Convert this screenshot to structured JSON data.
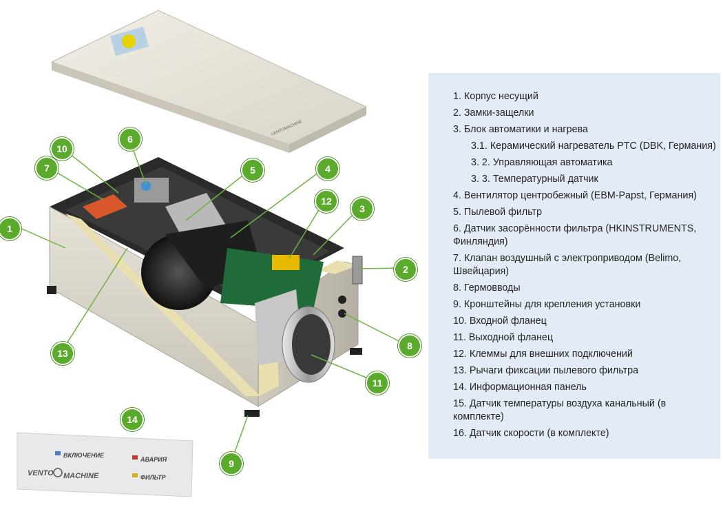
{
  "markers": [
    {
      "id": "1",
      "label": "1"
    },
    {
      "id": "2",
      "label": "2"
    },
    {
      "id": "3",
      "label": "3"
    },
    {
      "id": "4",
      "label": "4"
    },
    {
      "id": "5",
      "label": "5"
    },
    {
      "id": "6",
      "label": "6"
    },
    {
      "id": "7",
      "label": "7"
    },
    {
      "id": "8",
      "label": "8"
    },
    {
      "id": "9",
      "label": "9"
    },
    {
      "id": "10",
      "label": "10"
    },
    {
      "id": "11",
      "label": "11"
    },
    {
      "id": "12",
      "label": "12"
    },
    {
      "id": "13",
      "label": "13"
    },
    {
      "id": "14",
      "label": "14"
    }
  ],
  "info_panel": {
    "status_on": "ВКЛЮЧЕНИЕ",
    "status_alarm": "АВАРИЯ",
    "status_filter": "ФИЛЬТР",
    "brand_left": "VENTO",
    "brand_right": "MACHINE"
  },
  "legend": [
    {
      "num": "1.",
      "text": "Корпус несущий",
      "level": 1
    },
    {
      "num": "2.",
      "text": "Замки-защелки",
      "level": 1
    },
    {
      "num": "3.",
      "text": "Блок автоматики и нагрева",
      "level": 1
    },
    {
      "num": "3.1.",
      "text": "Керамический нагреватель PTC (DBK, Германия)",
      "level": 2
    },
    {
      "num": "3. 2.",
      "text": "Управляющая автоматика",
      "level": 2
    },
    {
      "num": "3. 3.",
      "text": "Температурный датчик",
      "level": 2
    },
    {
      "num": "4.",
      "text": "Вентилятор центробежный (EBM-Papst, Германия)",
      "level": 1
    },
    {
      "num": "5.",
      "text": "Пылевой фильтр",
      "level": 1
    },
    {
      "num": "6.",
      "text": "Датчик засорённости фильтра (HKINSTRUMENTS, Финляндия)",
      "level": 1
    },
    {
      "num": "7.",
      "text": "Клапан воздушный с электроприводом (Belimo, Швейцария)",
      "level": 1
    },
    {
      "num": "8.",
      "text": "Гермовводы",
      "level": 1
    },
    {
      "num": "9.",
      "text": "Кронштейны для крепления установки",
      "level": 1
    },
    {
      "num": "10.",
      "text": "Входной фланец",
      "level": 1
    },
    {
      "num": "11.",
      "text": "Выходной фланец",
      "level": 1
    },
    {
      "num": "12.",
      "text": "Клеммы для внешних подключений",
      "level": 1
    },
    {
      "num": "13.",
      "text": "Рычаги фиксации пылевого фильтра",
      "level": 1
    },
    {
      "num": "14.",
      "text": "Информационная панель",
      "level": 1
    },
    {
      "num": "15.",
      "text": "Датчик температуры воздуха канальный (в комплекте)",
      "level": 1
    },
    {
      "num": "16.",
      "text": "Датчик скорости (в комплекте)",
      "level": 1
    }
  ]
}
